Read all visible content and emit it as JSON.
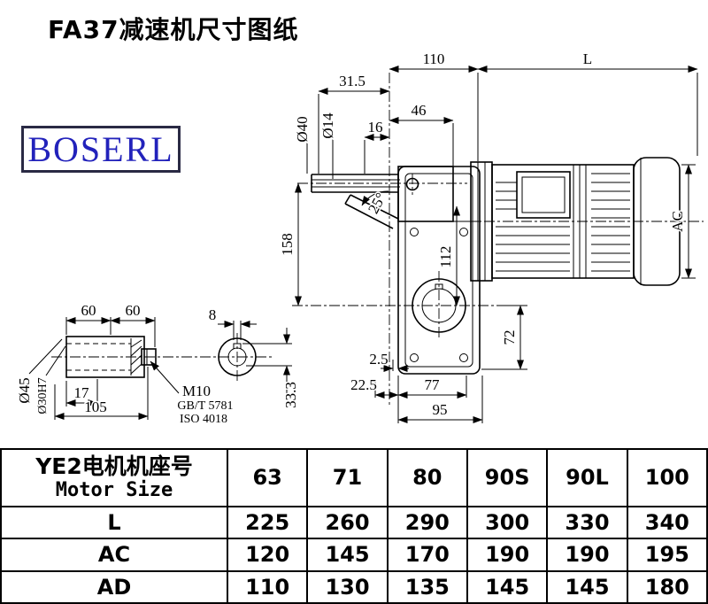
{
  "page": {
    "title": "FA37减速机尺寸图纸"
  },
  "logo": {
    "text": "BOSERL"
  },
  "drawing": {
    "dims": {
      "d110": "110",
      "dL": "L",
      "d31_5": "31.5",
      "d46": "46",
      "d16": "16",
      "dia40": "Ø40",
      "dia14": "Ø14",
      "a25": "25°",
      "d158": "158",
      "d112": "112",
      "dAC": "AC",
      "d72": "72",
      "d2_5": "2.5",
      "d22_5": "22.5",
      "d77": "77",
      "d95": "95"
    },
    "shaft": {
      "d60a": "60",
      "d60b": "60",
      "d8": "8",
      "dia45": "Ø45",
      "dia30h7": "Ø30H7",
      "d17": "17",
      "d105": "105",
      "m10": "M10",
      "gbt5781": "GB/T 5781",
      "iso4018": "ISO 4018",
      "d33_3": "33.3"
    }
  },
  "table": {
    "header": {
      "line1": "YE2电机机座号",
      "line2": "Motor Size"
    },
    "sizes": [
      "63",
      "71",
      "80",
      "90S",
      "90L",
      "100"
    ],
    "rows": [
      {
        "label": "L",
        "values": [
          "225",
          "260",
          "290",
          "300",
          "330",
          "340"
        ]
      },
      {
        "label": "AC",
        "values": [
          "120",
          "145",
          "170",
          "190",
          "190",
          "195"
        ]
      },
      {
        "label": "AD",
        "values": [
          "110",
          "130",
          "135",
          "145",
          "145",
          "180"
        ]
      }
    ]
  }
}
